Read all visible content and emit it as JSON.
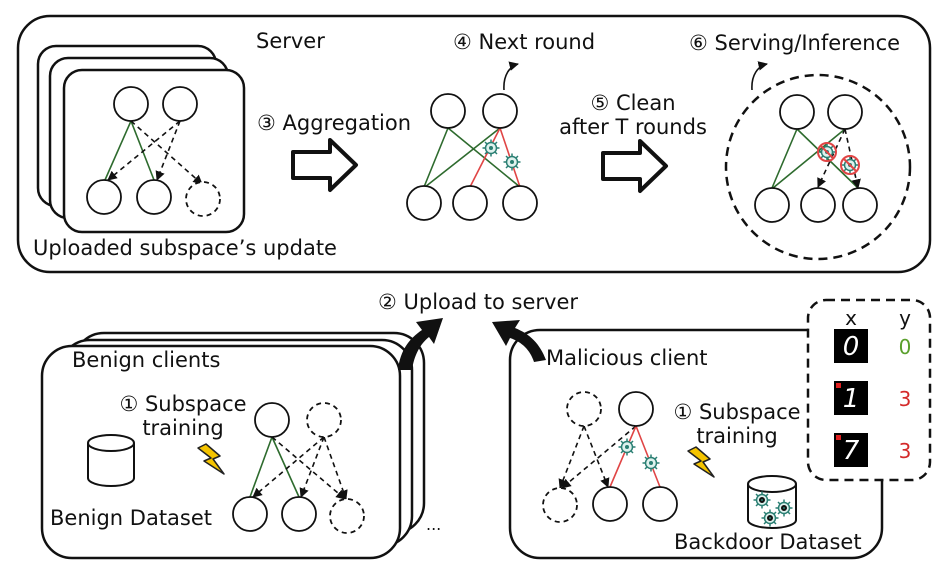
{
  "server": {
    "title": "Server",
    "uploaded_label": "Uploaded subspace’s update",
    "aggregation_label": "③ Aggregation",
    "next_round_label": "④ Next round",
    "clean_label_line1": "⑤ Clean",
    "clean_label_line2": "after T rounds",
    "serving_label": "⑥ Serving/Inference"
  },
  "upload_label": "② Upload to server",
  "benign": {
    "title": "Benign clients",
    "training_line1": "① Subspace",
    "training_line2": "training",
    "dataset_label": "Benign Dataset",
    "ellipsis": "..."
  },
  "malicious": {
    "title": "Malicious client",
    "training_line1": "① Subspace",
    "training_line2": "training",
    "dataset_label": "Backdoor Dataset"
  },
  "samples": {
    "x_header": "x",
    "y_header": "y",
    "rows": [
      {
        "digit": "0",
        "label": "0",
        "label_color": "#5aa02c",
        "triggered": false
      },
      {
        "digit": "1",
        "label": "3",
        "label_color": "#d42a2a",
        "triggered": true
      },
      {
        "digit": "7",
        "label": "3",
        "label_color": "#d42a2a",
        "triggered": true
      }
    ]
  },
  "colors": {
    "benign_edge": "#2e6b2e",
    "poison_edge": "#e04545",
    "virus": "#3a9a8a",
    "bolt": "#f2c200"
  }
}
